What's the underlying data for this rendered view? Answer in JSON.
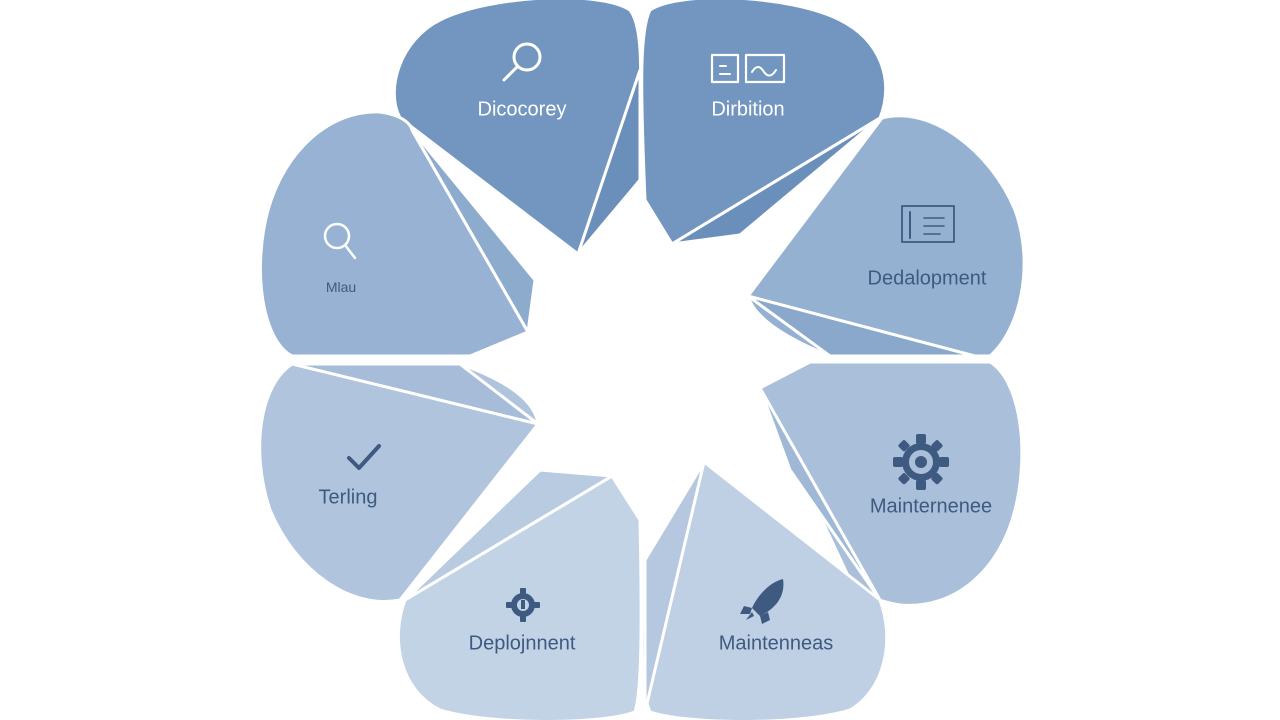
{
  "diagram": {
    "segments": [
      {
        "id": "discovery",
        "label": "Dicocorey",
        "icon": "magnifier-icon",
        "color": "#7396c0",
        "label_color": "#ffffff"
      },
      {
        "id": "definition",
        "label": "Dirbition",
        "icon": "process-board-icon",
        "color": "#7396c0",
        "label_color": "#ffffff"
      },
      {
        "id": "development",
        "label": "Dedalopment",
        "icon": "document-icon",
        "color": "#95b1d1",
        "label_color": "#3f5a80"
      },
      {
        "id": "maintenance",
        "label": "Mainternenee",
        "icon": "gear-icon",
        "color": "#aac0da",
        "label_color": "#3f5a80"
      },
      {
        "id": "maintenneas",
        "label": "Maintenneas",
        "icon": "rocket-icon",
        "color": "#bfd0e4",
        "label_color": "#3f5a80"
      },
      {
        "id": "deployment",
        "label": "Deplojnnent",
        "icon": "gear-small-icon",
        "color": "#c3d3e6",
        "label_color": "#3f5a80"
      },
      {
        "id": "testing",
        "label": "Terling",
        "icon": "checkmark-icon",
        "color": "#b0c4dd",
        "label_color": "#3f5a80"
      },
      {
        "id": "main",
        "label": "Mlau",
        "icon": "magnifier-small-icon",
        "color": "#97b2d2",
        "label_color": "#3f5a80"
      }
    ]
  }
}
